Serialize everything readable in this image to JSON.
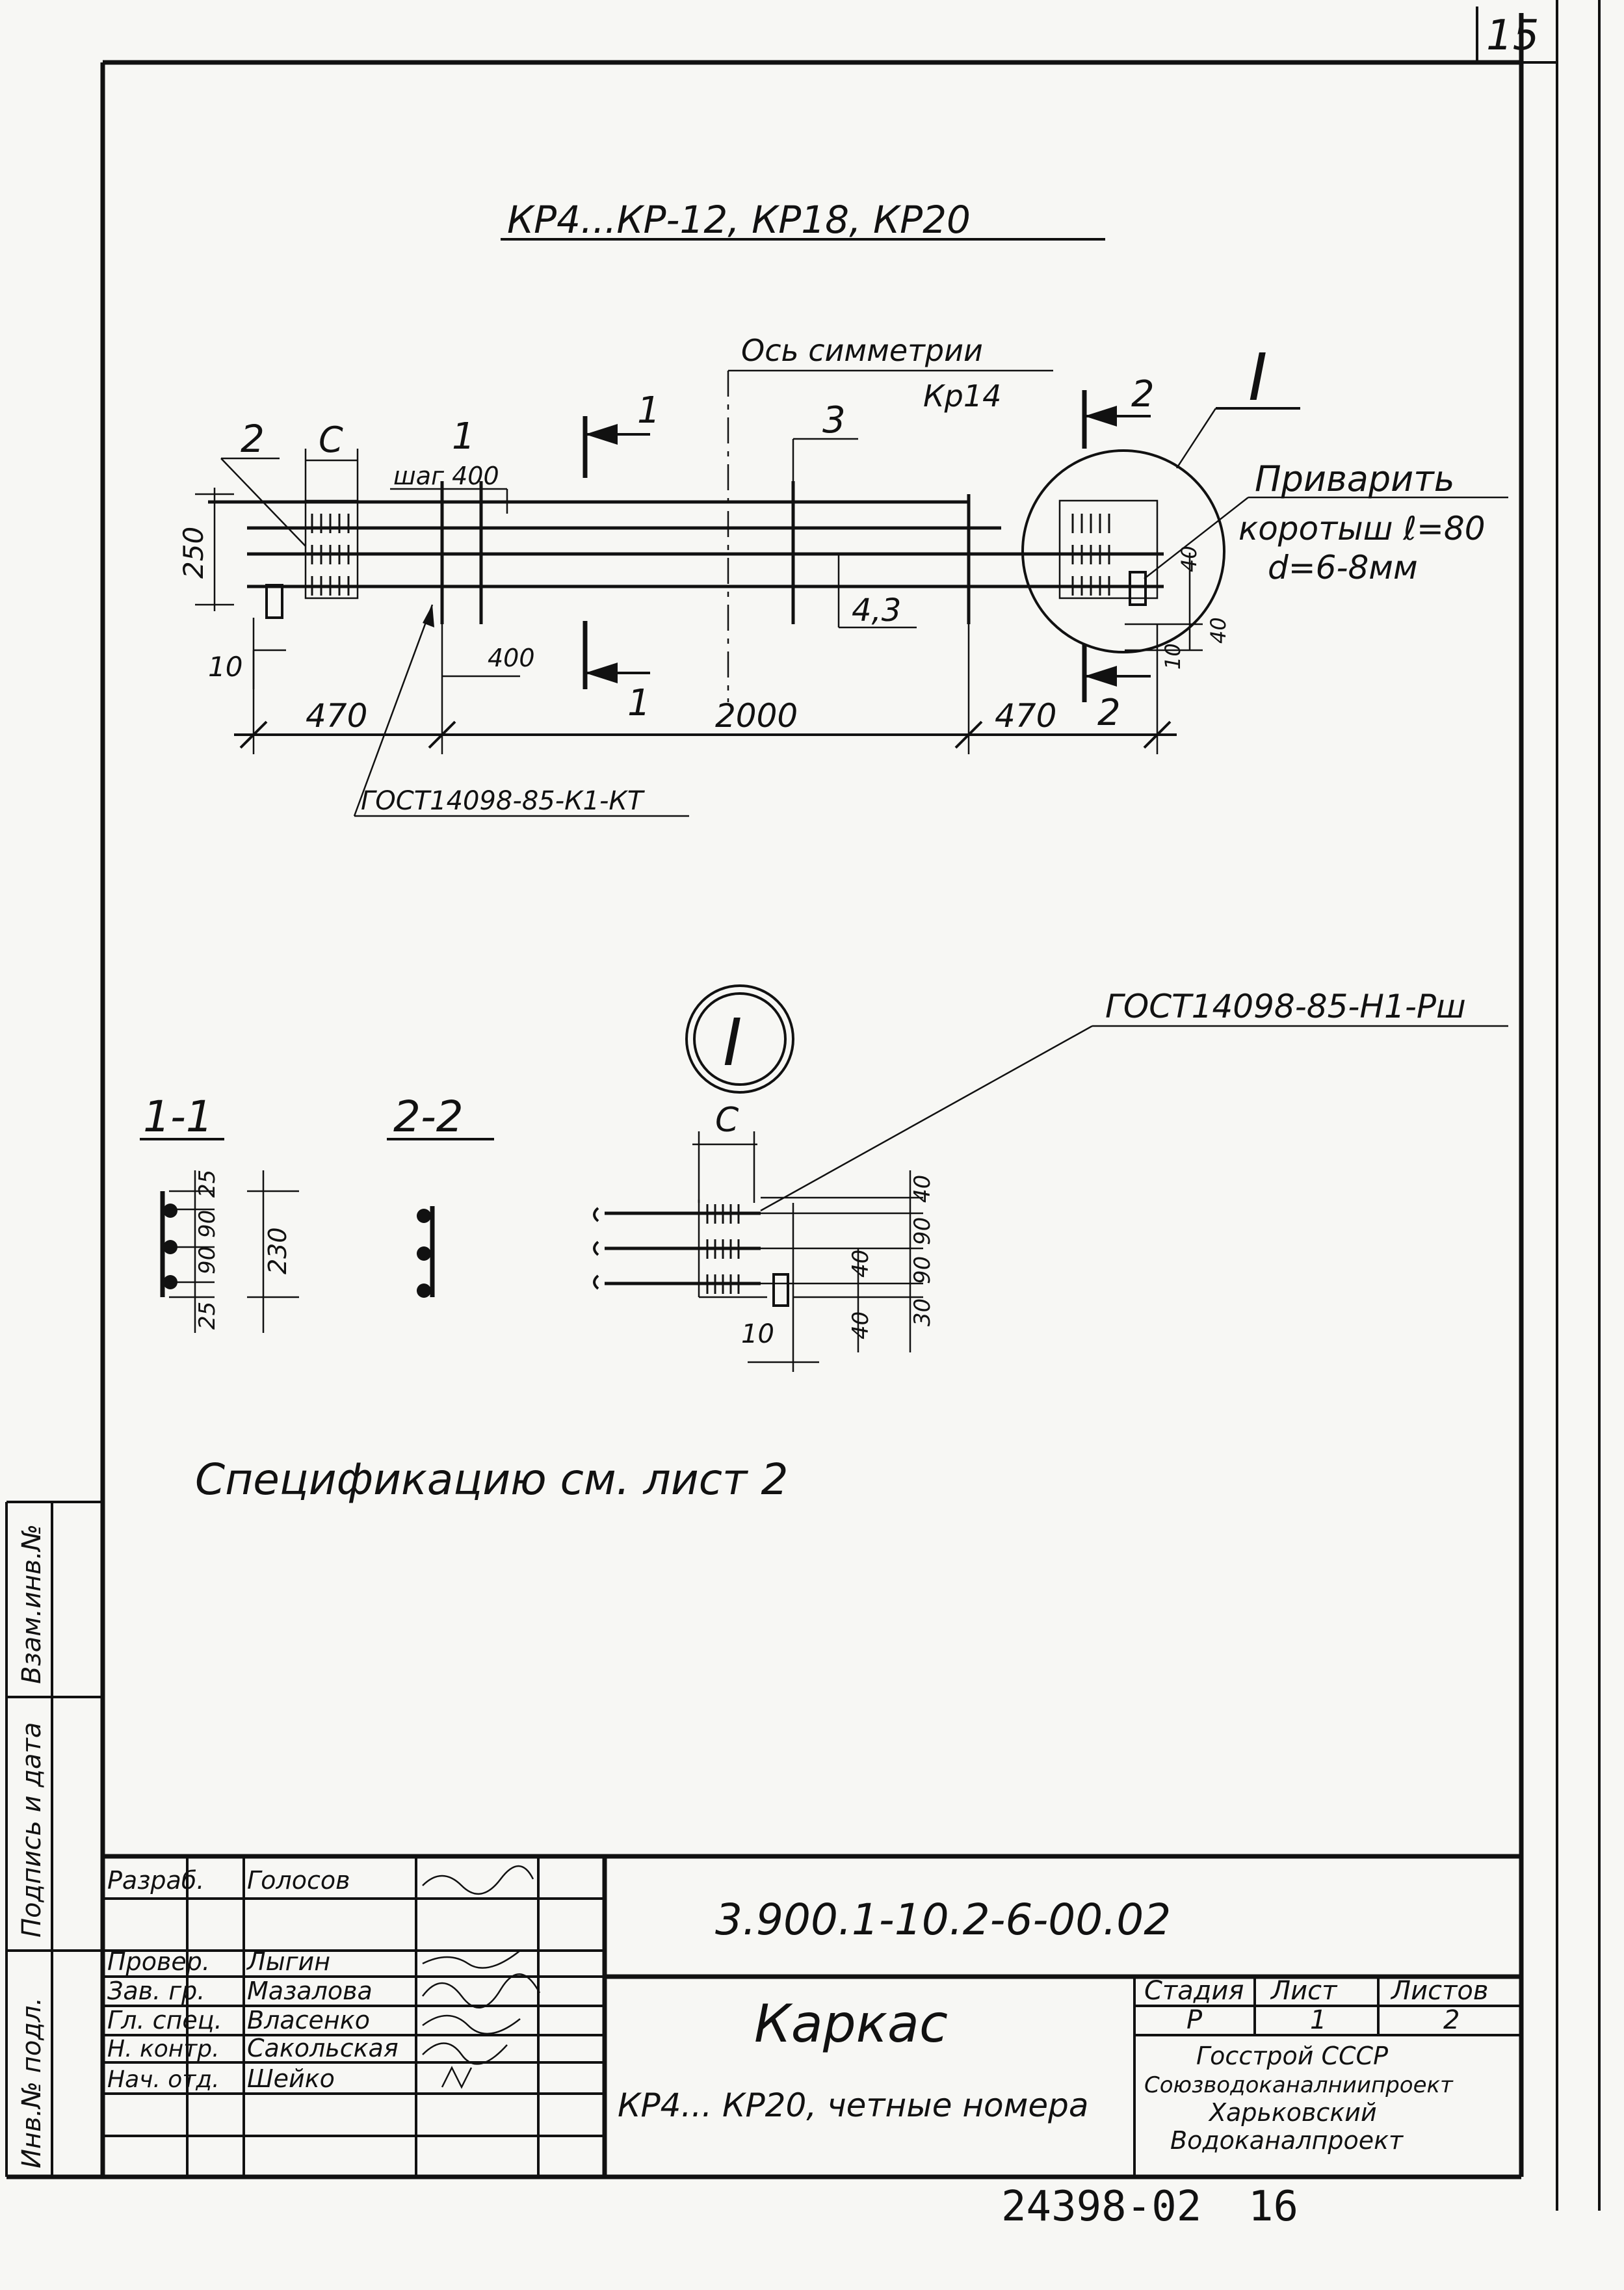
{
  "page_number": "15",
  "title": "КР4...КР-12, КР18, КР20",
  "elevation": {
    "axis_label": "Ось симметрии",
    "axis_sub": "Кр14",
    "pos_1": "1",
    "pos_2": "2",
    "pos_3": "3",
    "pos_c": "С",
    "step": "шаг 400",
    "dim_250": "250",
    "dim_10": "10",
    "dim_400": "400",
    "dim_470_left": "470",
    "dim_2000": "2000",
    "dim_470_right": "470",
    "ref_43": "4,3",
    "gost": "ГОСТ14098-85-К1-КТ",
    "section_1_top": "1",
    "section_1_bottom": "1",
    "section_2_top": "2",
    "section_2_bottom": "2",
    "detail_mark": "I",
    "weld_note_1": "Приварить",
    "weld_note_2": "коротыш ℓ=80",
    "weld_note_3": "d=6-8мм",
    "dim_r40a": "40",
    "dim_r40b": "40",
    "dim_r10": "10"
  },
  "sections": {
    "s11_label": "1-1",
    "s22_label": "2-2",
    "dims_11": [
      "25",
      "90",
      "90",
      "25"
    ],
    "dim_230": "230"
  },
  "detail": {
    "mark": "I",
    "c_label": "С",
    "gost": "ГОСТ14098-85-Н1-Рш",
    "dims_right": [
      "40",
      "90",
      "90",
      "30"
    ],
    "dims_mid": [
      "40",
      "40"
    ],
    "dim_10": "10"
  },
  "spec_note": "Спецификацию см. лист 2",
  "side_stamp": {
    "inv_podl": "Инв.№ подл.",
    "podpis_data": "Подпись и дата",
    "vzam_inv": "Взам.инв.№"
  },
  "title_block": {
    "doc_code": "3.900.1-10.2-6-00.02",
    "roles": [
      {
        "role": "Разраб.",
        "name": "Голосов"
      },
      {
        "role": "Провер.",
        "name": "Лыгин"
      },
      {
        "role": "Зав. гр.",
        "name": "Мазалова"
      },
      {
        "role": "Гл. спец.",
        "name": "Власенко"
      },
      {
        "role": "Н. контр.",
        "name": "Сакольская"
      },
      {
        "role": "Нач. отд.",
        "name": "Шейко"
      }
    ],
    "item_name": "Каркас",
    "item_sub": "КР4... КР20, четные номера",
    "stage_header": "Стадия",
    "sheet_header": "Лист",
    "sheets_header": "Листов",
    "stage_value": "Р",
    "sheet_value": "1",
    "sheets_value": "2",
    "org_1": "Госстрой СССР",
    "org_2": "Союзводоканалниипроект",
    "org_3": "Харьковский",
    "org_4": "Водоканалпроект"
  },
  "archive_number": "24398-02",
  "archive_page": "16"
}
